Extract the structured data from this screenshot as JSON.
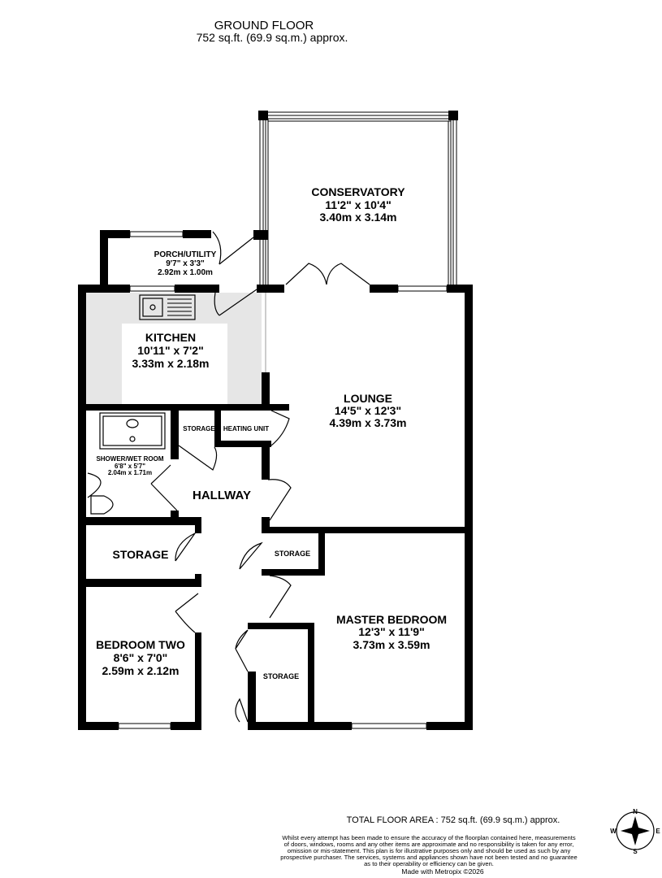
{
  "header": {
    "title": "GROUND FLOOR",
    "area": "752 sq.ft. (69.9 sq.m.) approx."
  },
  "rooms": {
    "conservatory": {
      "name": "CONSERVATORY",
      "imperial": "11'2\"  x 10'4\"",
      "metric": "3.40m  x 3.14m"
    },
    "porch": {
      "name": "PORCH/UTILITY",
      "imperial": "9'7\"  x 3'3\"",
      "metric": "2.92m  x 1.00m"
    },
    "kitchen": {
      "name": "KITCHEN",
      "imperial": "10'11\"  x 7'2\"",
      "metric": "3.33m  x 2.18m"
    },
    "lounge": {
      "name": "LOUNGE",
      "imperial": "14'5\"  x 12'3\"",
      "metric": "4.39m  x 3.73m"
    },
    "shower": {
      "name": "SHOWER/WET ROOM",
      "imperial": "6'8\"  x 5'7\"",
      "metric": "2.04m  x 1.71m"
    },
    "storage_small_1": {
      "name": "STORAGE"
    },
    "heating": {
      "name": "HEATING UNIT"
    },
    "hallway": {
      "name": "HALLWAY"
    },
    "storage_left": {
      "name": "STORAGE"
    },
    "storage_small_2": {
      "name": "STORAGE"
    },
    "master": {
      "name": "MASTER BEDROOM",
      "imperial": "12'3\"  x 11'9\"",
      "metric": "3.73m  x 3.59m"
    },
    "bedroom_two": {
      "name": "BEDROOM TWO",
      "imperial": "8'6\"  x 7'0\"",
      "metric": "2.59m  x 2.12m"
    },
    "storage_small_3": {
      "name": "STORAGE"
    }
  },
  "footer": {
    "total": "TOTAL FLOOR AREA : 752 sq.ft. (69.9 sq.m.) approx.",
    "disclaimer": [
      "Whilst every attempt has been made to ensure the accuracy of the floorplan contained here, measurements",
      "of doors, windows, rooms and any other items are approximate and no responsibility is taken for any error,",
      "omission or mis-statement. This plan is for illustrative purposes only and should be used as such by any",
      "prospective purchaser. The services, systems and appliances shown have not been tested and no guarantee",
      "as to their operability or efficiency can be given."
    ],
    "credit": "Made with Metropix ©2026"
  },
  "compass": {
    "n": "N",
    "e": "E",
    "s": "S",
    "w": "W",
    "icon": "compass-rose-icon"
  },
  "colors": {
    "wall": "#000000",
    "kitchen_fill": "#e6e6e6"
  }
}
